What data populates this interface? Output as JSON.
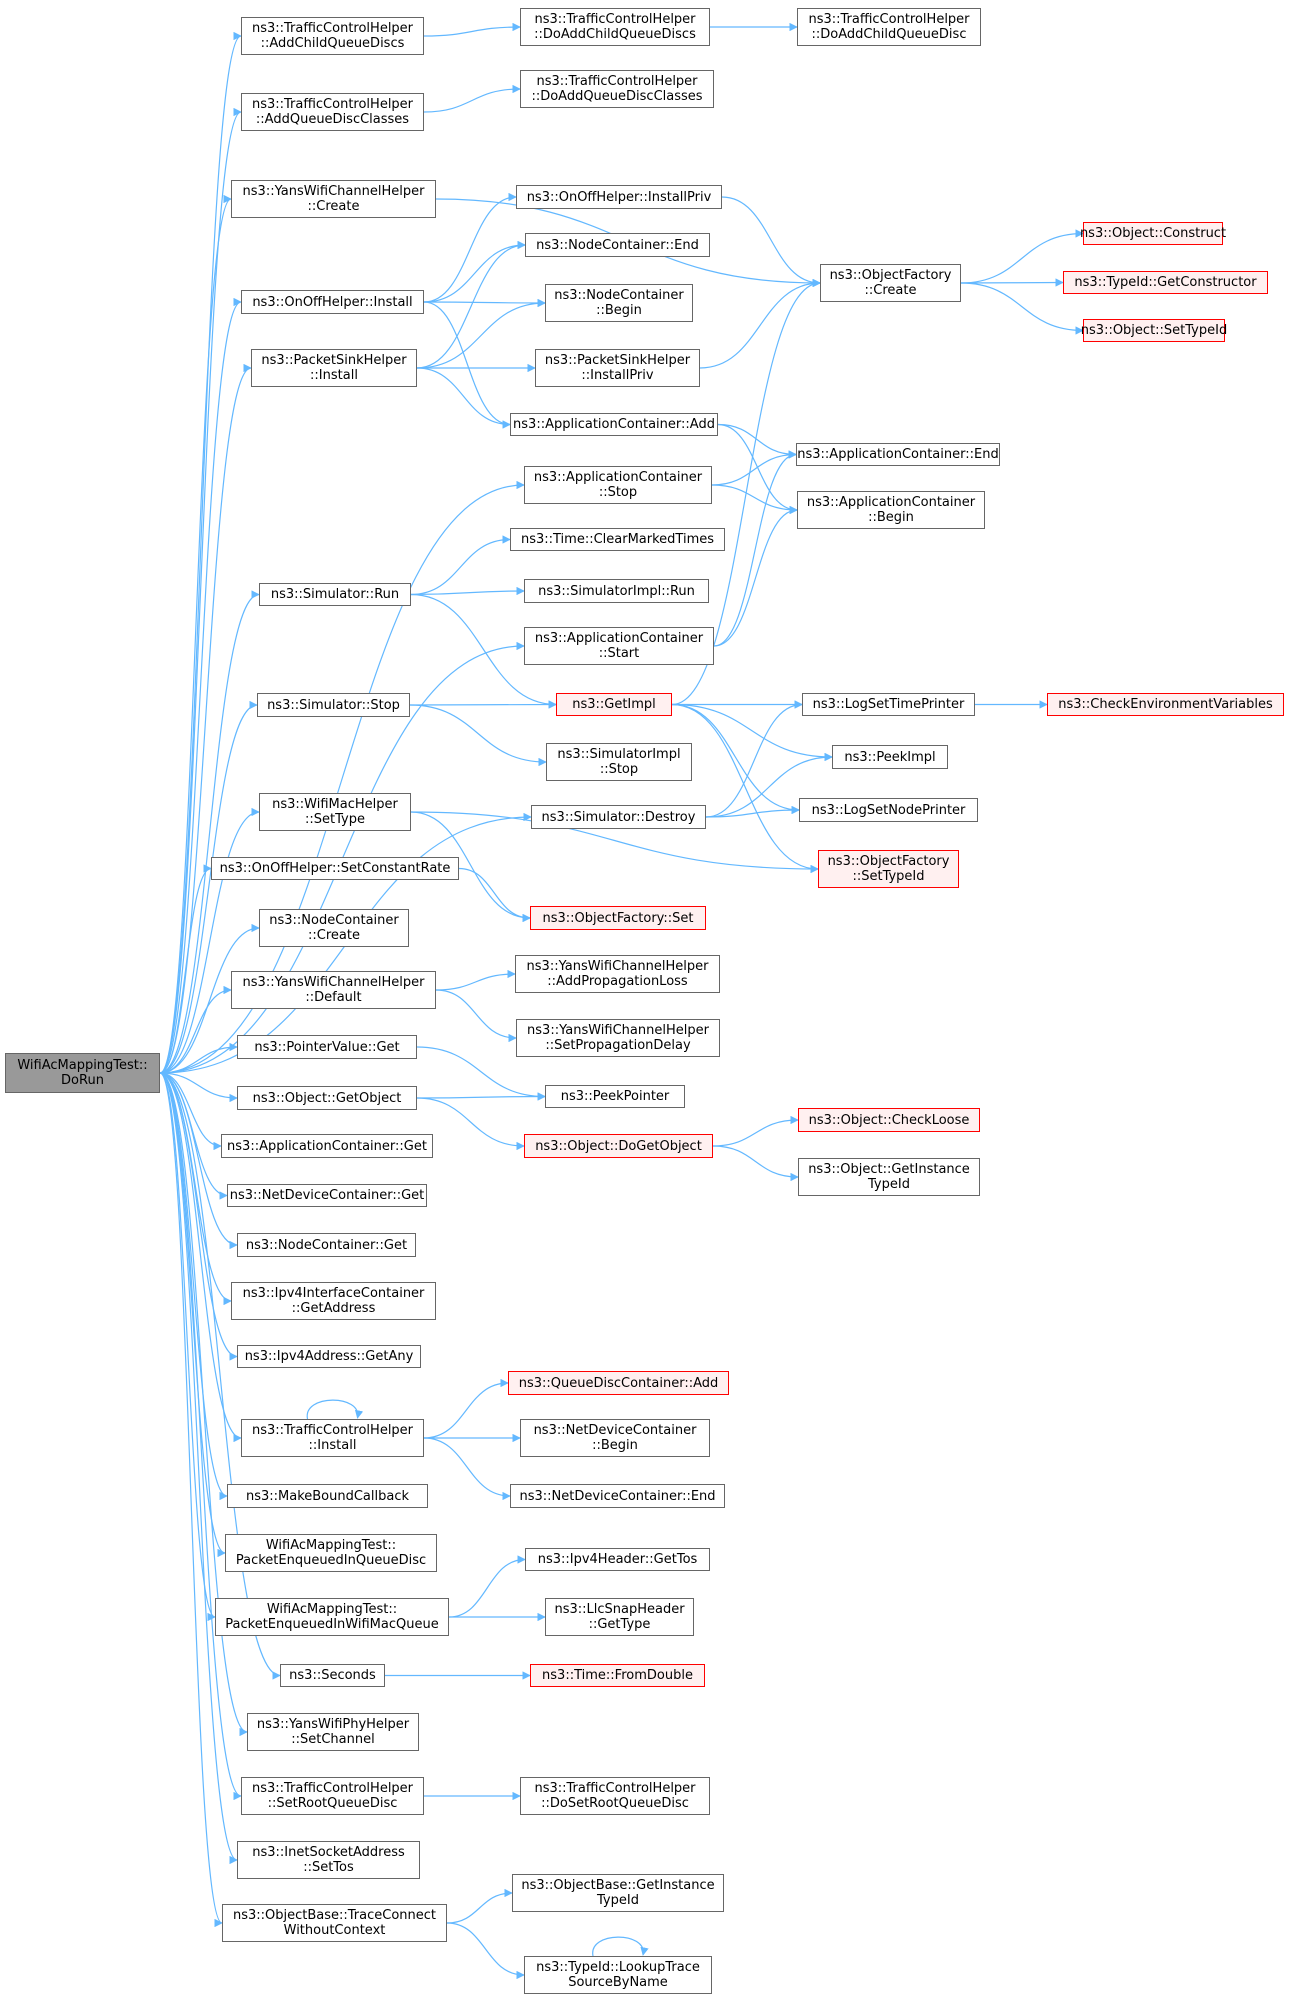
{
  "colors": {
    "edge": "#63b8ff",
    "node_border": "#666666",
    "root_fill": "#999999",
    "red_border": "#ff0000",
    "red_fill": "#fff0f0"
  },
  "nodes": [
    {
      "id": "root",
      "lines": [
        "WifiAcMappingTest::",
        "DoRun"
      ],
      "style": "root"
    },
    {
      "id": "tch_addchild",
      "lines": [
        "ns3::TrafficControlHelper",
        "::AddChildQueueDiscs"
      ]
    },
    {
      "id": "tch_doaddchilds",
      "lines": [
        "ns3::TrafficControlHelper",
        "::DoAddChildQueueDiscs"
      ]
    },
    {
      "id": "tch_doaddchild",
      "lines": [
        "ns3::TrafficControlHelper",
        "::DoAddChildQueueDisc"
      ]
    },
    {
      "id": "tch_addclasses",
      "lines": [
        "ns3::TrafficControlHelper",
        "::AddQueueDiscClasses"
      ]
    },
    {
      "id": "tch_doaddclasses",
      "lines": [
        "ns3::TrafficControlHelper",
        "::DoAddQueueDiscClasses"
      ]
    },
    {
      "id": "ywch_create",
      "lines": [
        "ns3::YansWifiChannelHelper",
        "::Create"
      ]
    },
    {
      "id": "onoff_installpriv",
      "lines": [
        "ns3::OnOffHelper::InstallPriv"
      ]
    },
    {
      "id": "of_create",
      "lines": [
        "ns3::ObjectFactory",
        "::Create"
      ]
    },
    {
      "id": "obj_construct",
      "lines": [
        "ns3::Object::Construct"
      ],
      "style": "red"
    },
    {
      "id": "typeid_getctor",
      "lines": [
        "ns3::TypeId::GetConstructor"
      ],
      "style": "red"
    },
    {
      "id": "obj_settypeid",
      "lines": [
        "ns3::Object::SetTypeId"
      ],
      "style": "red"
    },
    {
      "id": "nc_end",
      "lines": [
        "ns3::NodeContainer::End"
      ]
    },
    {
      "id": "onoff_install",
      "lines": [
        "ns3::OnOffHelper::Install"
      ]
    },
    {
      "id": "nc_begin",
      "lines": [
        "ns3::NodeContainer",
        "::Begin"
      ]
    },
    {
      "id": "psh_install",
      "lines": [
        "ns3::PacketSinkHelper",
        "::Install"
      ]
    },
    {
      "id": "psh_installpriv",
      "lines": [
        "ns3::PacketSinkHelper",
        "::InstallPriv"
      ]
    },
    {
      "id": "ac_add",
      "lines": [
        "ns3::ApplicationContainer::Add"
      ]
    },
    {
      "id": "ac_end",
      "lines": [
        "ns3::ApplicationContainer::End"
      ]
    },
    {
      "id": "ac_stop",
      "lines": [
        "ns3::ApplicationContainer",
        "::Stop"
      ]
    },
    {
      "id": "ac_begin",
      "lines": [
        "ns3::ApplicationContainer",
        "::Begin"
      ]
    },
    {
      "id": "time_clear",
      "lines": [
        "ns3::Time::ClearMarkedTimes"
      ]
    },
    {
      "id": "sim_run",
      "lines": [
        "ns3::Simulator::Run"
      ]
    },
    {
      "id": "simimpl_run",
      "lines": [
        "ns3::SimulatorImpl::Run"
      ]
    },
    {
      "id": "ac_start",
      "lines": [
        "ns3::ApplicationContainer",
        "::Start"
      ]
    },
    {
      "id": "sim_stop",
      "lines": [
        "ns3::Simulator::Stop"
      ]
    },
    {
      "id": "getimpl",
      "lines": [
        "ns3::GetImpl"
      ],
      "style": "red"
    },
    {
      "id": "logsettime",
      "lines": [
        "ns3::LogSetTimePrinter"
      ]
    },
    {
      "id": "checkenv",
      "lines": [
        "ns3::CheckEnvironmentVariables"
      ],
      "style": "red"
    },
    {
      "id": "simimpl_stop",
      "lines": [
        "ns3::SimulatorImpl",
        "::Stop"
      ]
    },
    {
      "id": "peekimpl",
      "lines": [
        "ns3::PeekImpl"
      ]
    },
    {
      "id": "sim_destroy",
      "lines": [
        "ns3::Simulator::Destroy"
      ]
    },
    {
      "id": "logsetnode",
      "lines": [
        "ns3::LogSetNodePrinter"
      ]
    },
    {
      "id": "wmh_settype",
      "lines": [
        "ns3::WifiMacHelper",
        "::SetType"
      ]
    },
    {
      "id": "of_settypeid",
      "lines": [
        "ns3::ObjectFactory",
        "::SetTypeId"
      ],
      "style": "red"
    },
    {
      "id": "onoff_setrate",
      "lines": [
        "ns3::OnOffHelper::SetConstantRate"
      ]
    },
    {
      "id": "of_set",
      "lines": [
        "ns3::ObjectFactory::Set"
      ],
      "style": "red"
    },
    {
      "id": "nc_create",
      "lines": [
        "ns3::NodeContainer",
        "::Create"
      ]
    },
    {
      "id": "ywch_default",
      "lines": [
        "ns3::YansWifiChannelHelper",
        "::Default"
      ]
    },
    {
      "id": "ywch_addprop",
      "lines": [
        "ns3::YansWifiChannelHelper",
        "::AddPropagationLoss"
      ]
    },
    {
      "id": "ywch_setprop",
      "lines": [
        "ns3::YansWifiChannelHelper",
        "::SetPropagationDelay"
      ]
    },
    {
      "id": "pv_get",
      "lines": [
        "ns3::PointerValue::Get"
      ]
    },
    {
      "id": "peekpointer",
      "lines": [
        "ns3::PeekPointer"
      ]
    },
    {
      "id": "obj_getobject",
      "lines": [
        "ns3::Object::GetObject"
      ]
    },
    {
      "id": "obj_dogetobject",
      "lines": [
        "ns3::Object::DoGetObject"
      ],
      "style": "red"
    },
    {
      "id": "obj_checkloose",
      "lines": [
        "ns3::Object::CheckLoose"
      ],
      "style": "red"
    },
    {
      "id": "obj_getinst",
      "lines": [
        "ns3::Object::GetInstance",
        "TypeId"
      ]
    },
    {
      "id": "ac_get",
      "lines": [
        "ns3::ApplicationContainer::Get"
      ]
    },
    {
      "id": "ndc_get",
      "lines": [
        "ns3::NetDeviceContainer::Get"
      ]
    },
    {
      "id": "nc_get",
      "lines": [
        "ns3::NodeContainer::Get"
      ]
    },
    {
      "id": "ipv4ic_getaddr",
      "lines": [
        "ns3::Ipv4InterfaceContainer",
        "::GetAddress"
      ]
    },
    {
      "id": "ipv4addr_getany",
      "lines": [
        "ns3::Ipv4Address::GetAny"
      ]
    },
    {
      "id": "qdc_add",
      "lines": [
        "ns3::QueueDiscContainer::Add"
      ],
      "style": "red"
    },
    {
      "id": "tch_install",
      "lines": [
        "ns3::TrafficControlHelper",
        "::Install"
      ]
    },
    {
      "id": "ndc_begin",
      "lines": [
        "ns3::NetDeviceContainer",
        "::Begin"
      ]
    },
    {
      "id": "ndc_end",
      "lines": [
        "ns3::NetDeviceContainer::End"
      ]
    },
    {
      "id": "makebound",
      "lines": [
        "ns3::MakeBoundCallback"
      ]
    },
    {
      "id": "pe_queuedisc",
      "lines": [
        "WifiAcMappingTest::",
        "PacketEnqueuedInQueueDisc"
      ]
    },
    {
      "id": "ipv4h_gettos",
      "lines": [
        "ns3::Ipv4Header::GetTos"
      ]
    },
    {
      "id": "pe_wifimac",
      "lines": [
        "WifiAcMappingTest::",
        "PacketEnqueuedInWifiMacQueue"
      ]
    },
    {
      "id": "llc_gettype",
      "lines": [
        "ns3::LlcSnapHeader",
        "::GetType"
      ]
    },
    {
      "id": "seconds",
      "lines": [
        "ns3::Seconds"
      ]
    },
    {
      "id": "time_fromdouble",
      "lines": [
        "ns3::Time::FromDouble"
      ],
      "style": "red"
    },
    {
      "id": "ywph_setchannel",
      "lines": [
        "ns3::YansWifiPhyHelper",
        "::SetChannel"
      ]
    },
    {
      "id": "tch_setroot",
      "lines": [
        "ns3::TrafficControlHelper",
        "::SetRootQueueDisc"
      ]
    },
    {
      "id": "tch_dosetroot",
      "lines": [
        "ns3::TrafficControlHelper",
        "::DoSetRootQueueDisc"
      ]
    },
    {
      "id": "inet_settos",
      "lines": [
        "ns3::InetSocketAddress",
        "::SetTos"
      ]
    },
    {
      "id": "ob_getinst",
      "lines": [
        "ns3::ObjectBase::GetInstance",
        "TypeId"
      ]
    },
    {
      "id": "ob_traceconnect",
      "lines": [
        "ns3::ObjectBase::TraceConnect",
        "WithoutContext"
      ]
    },
    {
      "id": "typeid_lookup",
      "lines": [
        "ns3::TypeId::LookupTrace",
        "SourceByName"
      ]
    }
  ],
  "edges": [
    [
      "root",
      "tch_addchild"
    ],
    [
      "root",
      "tch_addclasses"
    ],
    [
      "root",
      "ywch_create"
    ],
    [
      "root",
      "onoff_install"
    ],
    [
      "root",
      "psh_install"
    ],
    [
      "root",
      "ac_stop"
    ],
    [
      "root",
      "sim_run"
    ],
    [
      "root",
      "ac_start"
    ],
    [
      "root",
      "sim_stop"
    ],
    [
      "root",
      "sim_destroy"
    ],
    [
      "root",
      "wmh_settype"
    ],
    [
      "root",
      "onoff_setrate"
    ],
    [
      "root",
      "nc_create"
    ],
    [
      "root",
      "ywch_default"
    ],
    [
      "root",
      "pv_get"
    ],
    [
      "root",
      "obj_getobject"
    ],
    [
      "root",
      "ac_get"
    ],
    [
      "root",
      "ndc_get"
    ],
    [
      "root",
      "nc_get"
    ],
    [
      "root",
      "ipv4ic_getaddr"
    ],
    [
      "root",
      "ipv4addr_getany"
    ],
    [
      "root",
      "tch_install"
    ],
    [
      "root",
      "makebound"
    ],
    [
      "root",
      "pe_queuedisc"
    ],
    [
      "root",
      "pe_wifimac"
    ],
    [
      "root",
      "seconds"
    ],
    [
      "root",
      "ywph_setchannel"
    ],
    [
      "root",
      "tch_setroot"
    ],
    [
      "root",
      "inet_settos"
    ],
    [
      "root",
      "ob_traceconnect"
    ],
    [
      "tch_addchild",
      "tch_doaddchilds"
    ],
    [
      "tch_doaddchilds",
      "tch_doaddchild"
    ],
    [
      "tch_addclasses",
      "tch_doaddclasses"
    ],
    [
      "ywch_create",
      "of_create"
    ],
    [
      "onoff_installpriv",
      "of_create"
    ],
    [
      "of_create",
      "obj_construct"
    ],
    [
      "of_create",
      "typeid_getctor"
    ],
    [
      "of_create",
      "obj_settypeid"
    ],
    [
      "onoff_install",
      "onoff_installpriv"
    ],
    [
      "onoff_install",
      "nc_end"
    ],
    [
      "onoff_install",
      "nc_begin"
    ],
    [
      "onoff_install",
      "ac_add"
    ],
    [
      "psh_install",
      "nc_end"
    ],
    [
      "psh_install",
      "nc_begin"
    ],
    [
      "psh_install",
      "psh_installpriv"
    ],
    [
      "psh_install",
      "ac_add"
    ],
    [
      "psh_installpriv",
      "of_create"
    ],
    [
      "ac_add",
      "ac_end"
    ],
    [
      "ac_add",
      "ac_begin"
    ],
    [
      "ac_stop",
      "ac_end"
    ],
    [
      "ac_stop",
      "ac_begin"
    ],
    [
      "sim_run",
      "time_clear"
    ],
    [
      "sim_run",
      "simimpl_run"
    ],
    [
      "sim_run",
      "getimpl"
    ],
    [
      "ac_start",
      "ac_begin"
    ],
    [
      "ac_start",
      "ac_end"
    ],
    [
      "sim_stop",
      "getimpl"
    ],
    [
      "sim_stop",
      "simimpl_stop"
    ],
    [
      "getimpl",
      "of_create"
    ],
    [
      "getimpl",
      "logsettime"
    ],
    [
      "getimpl",
      "peekimpl"
    ],
    [
      "getimpl",
      "logsetnode"
    ],
    [
      "getimpl",
      "of_settypeid"
    ],
    [
      "logsettime",
      "checkenv"
    ],
    [
      "sim_destroy",
      "logsettime"
    ],
    [
      "sim_destroy",
      "peekimpl"
    ],
    [
      "sim_destroy",
      "logsetnode"
    ],
    [
      "wmh_settype",
      "of_settypeid"
    ],
    [
      "wmh_settype",
      "of_set"
    ],
    [
      "onoff_setrate",
      "of_set"
    ],
    [
      "ywch_default",
      "ywch_addprop"
    ],
    [
      "ywch_default",
      "ywch_setprop"
    ],
    [
      "pv_get",
      "peekpointer"
    ],
    [
      "obj_getobject",
      "peekpointer"
    ],
    [
      "obj_getobject",
      "obj_dogetobject"
    ],
    [
      "obj_dogetobject",
      "obj_checkloose"
    ],
    [
      "obj_dogetobject",
      "obj_getinst"
    ],
    [
      "tch_install",
      "qdc_add"
    ],
    [
      "tch_install",
      "ndc_begin"
    ],
    [
      "tch_install",
      "ndc_end"
    ],
    [
      "tch_install",
      "tch_install"
    ],
    [
      "pe_wifimac",
      "ipv4h_gettos"
    ],
    [
      "pe_wifimac",
      "llc_gettype"
    ],
    [
      "seconds",
      "time_fromdouble"
    ],
    [
      "tch_setroot",
      "tch_dosetroot"
    ],
    [
      "ob_traceconnect",
      "ob_getinst"
    ],
    [
      "ob_traceconnect",
      "typeid_lookup"
    ],
    [
      "typeid_lookup",
      "typeid_lookup"
    ]
  ]
}
